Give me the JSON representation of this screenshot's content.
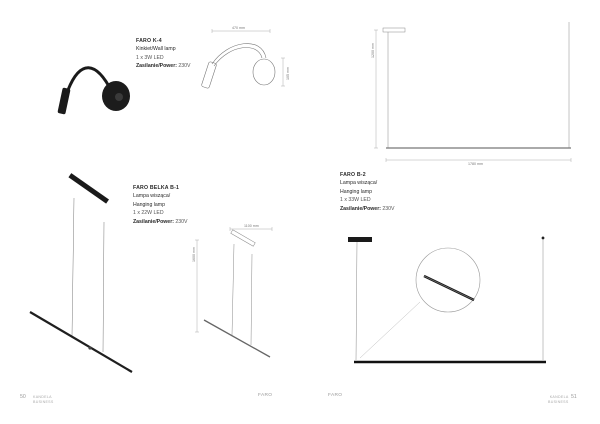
{
  "products": [
    {
      "name": "FARO K-4",
      "lines": [
        "Kinkiet/Wall lamp"
      ],
      "spec": "1 x 3W LED",
      "power_label": "Zasilanie/Power:",
      "power_value": "230V"
    },
    {
      "name": "FARO BELKA B-1",
      "lines": [
        "Lampa wisząca/",
        "Hanging lamp"
      ],
      "spec": "1 x 22W LED",
      "power_label": "Zasilanie/Power:",
      "power_value": "230V"
    },
    {
      "name": "FARO B-2",
      "lines": [
        "Lampa wisząca/",
        "Hanging lamp"
      ],
      "spec": "1 x 33W LED",
      "power_label": "Zasilanie/Power:",
      "power_value": "230V"
    }
  ],
  "dimensions": {
    "k4_width": "470 mm",
    "k4_height": "105 mm",
    "b2_height": "1200 mm",
    "b2_width": "1780 mm",
    "b1_width": "1100 mm",
    "b1_height": "1600 mm"
  },
  "footer": {
    "left_page": "50",
    "right_page": "51",
    "brand_line1": "KANDELA",
    "brand_line2": "BUSINESS",
    "series_left": "FARO",
    "series_right": "FARO"
  }
}
